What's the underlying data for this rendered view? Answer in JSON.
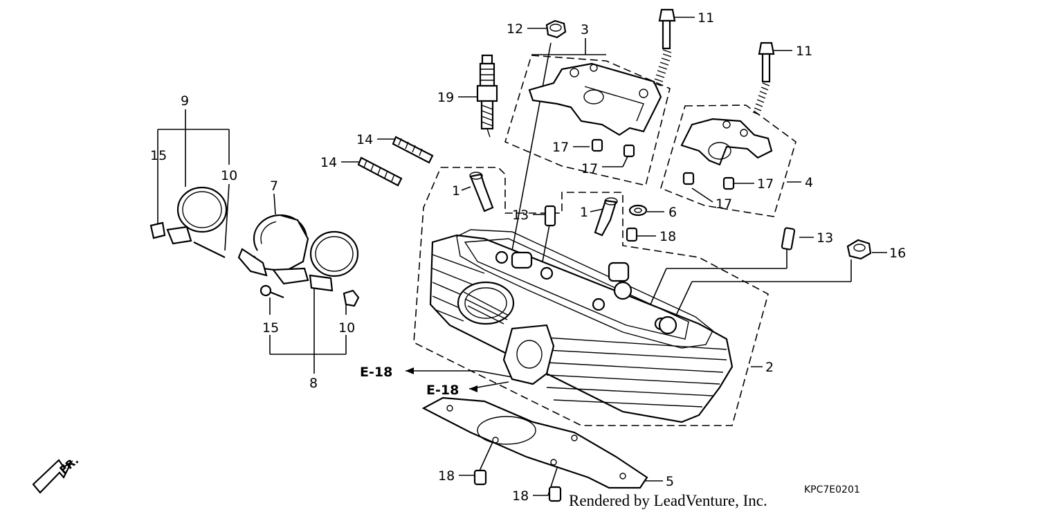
{
  "callouts": {
    "c1a": "1",
    "c1b": "1",
    "c2": "2",
    "c3": "3",
    "c4": "4",
    "c5": "5",
    "c6": "6",
    "c7": "7",
    "c8": "8",
    "c9": "9",
    "c10a": "10",
    "c10b": "10",
    "c11a": "11",
    "c11b": "11",
    "c12": "12",
    "c13a": "13",
    "c13b": "13",
    "c14a": "14",
    "c14b": "14",
    "c15a": "15",
    "c15b": "15",
    "c16": "16",
    "c17a": "17",
    "c17b": "17",
    "c17c": "17",
    "c17d": "17",
    "c18a": "18",
    "c18b": "18",
    "c18c": "18",
    "c19": "19"
  },
  "refs": {
    "e18_upper": "E-18",
    "e18_lower": "E-18"
  },
  "direction": {
    "front": "FR."
  },
  "footer": {
    "credit": "Rendered by LeadVenture, Inc.",
    "code": "KPC7E0201"
  },
  "colors": {
    "ink": "#000000",
    "paper": "#ffffff"
  }
}
